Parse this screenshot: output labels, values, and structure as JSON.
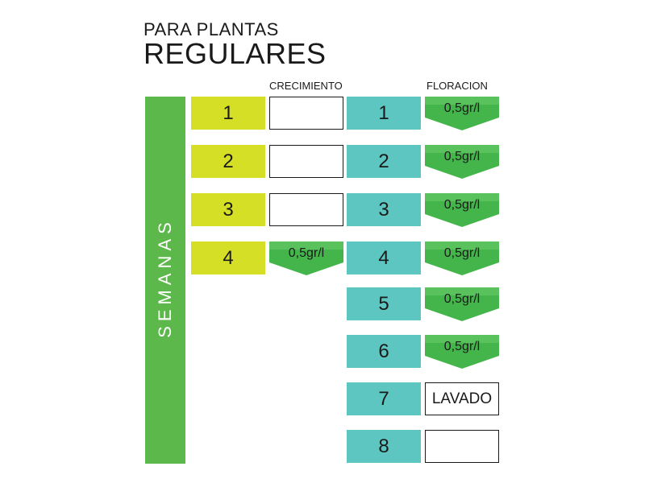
{
  "title": {
    "line1": "PARA PLANTAS",
    "line2": "REGULARES"
  },
  "headers": {
    "crecimiento": "CRECIMIENTO",
    "floracion": "FLORACION"
  },
  "weeks_label": "SEMANAS",
  "colors": {
    "green_bar": "#5cb84a",
    "yellow": "#d5df26",
    "teal": "#5dc6c0",
    "dose_green": "#44b54a"
  },
  "crecimiento": {
    "weeks": [
      "1",
      "2",
      "3",
      "4"
    ],
    "doses": [
      "",
      "",
      "",
      "0,5gr/l"
    ]
  },
  "floracion": {
    "weeks": [
      "1",
      "2",
      "3",
      "4",
      "5",
      "6",
      "7",
      "8"
    ],
    "doses": [
      "0,5gr/l",
      "0,5gr/l",
      "0,5gr/l",
      "0,5gr/l",
      "0,5gr/l",
      "0,5gr/l",
      "LAVADO",
      ""
    ]
  }
}
